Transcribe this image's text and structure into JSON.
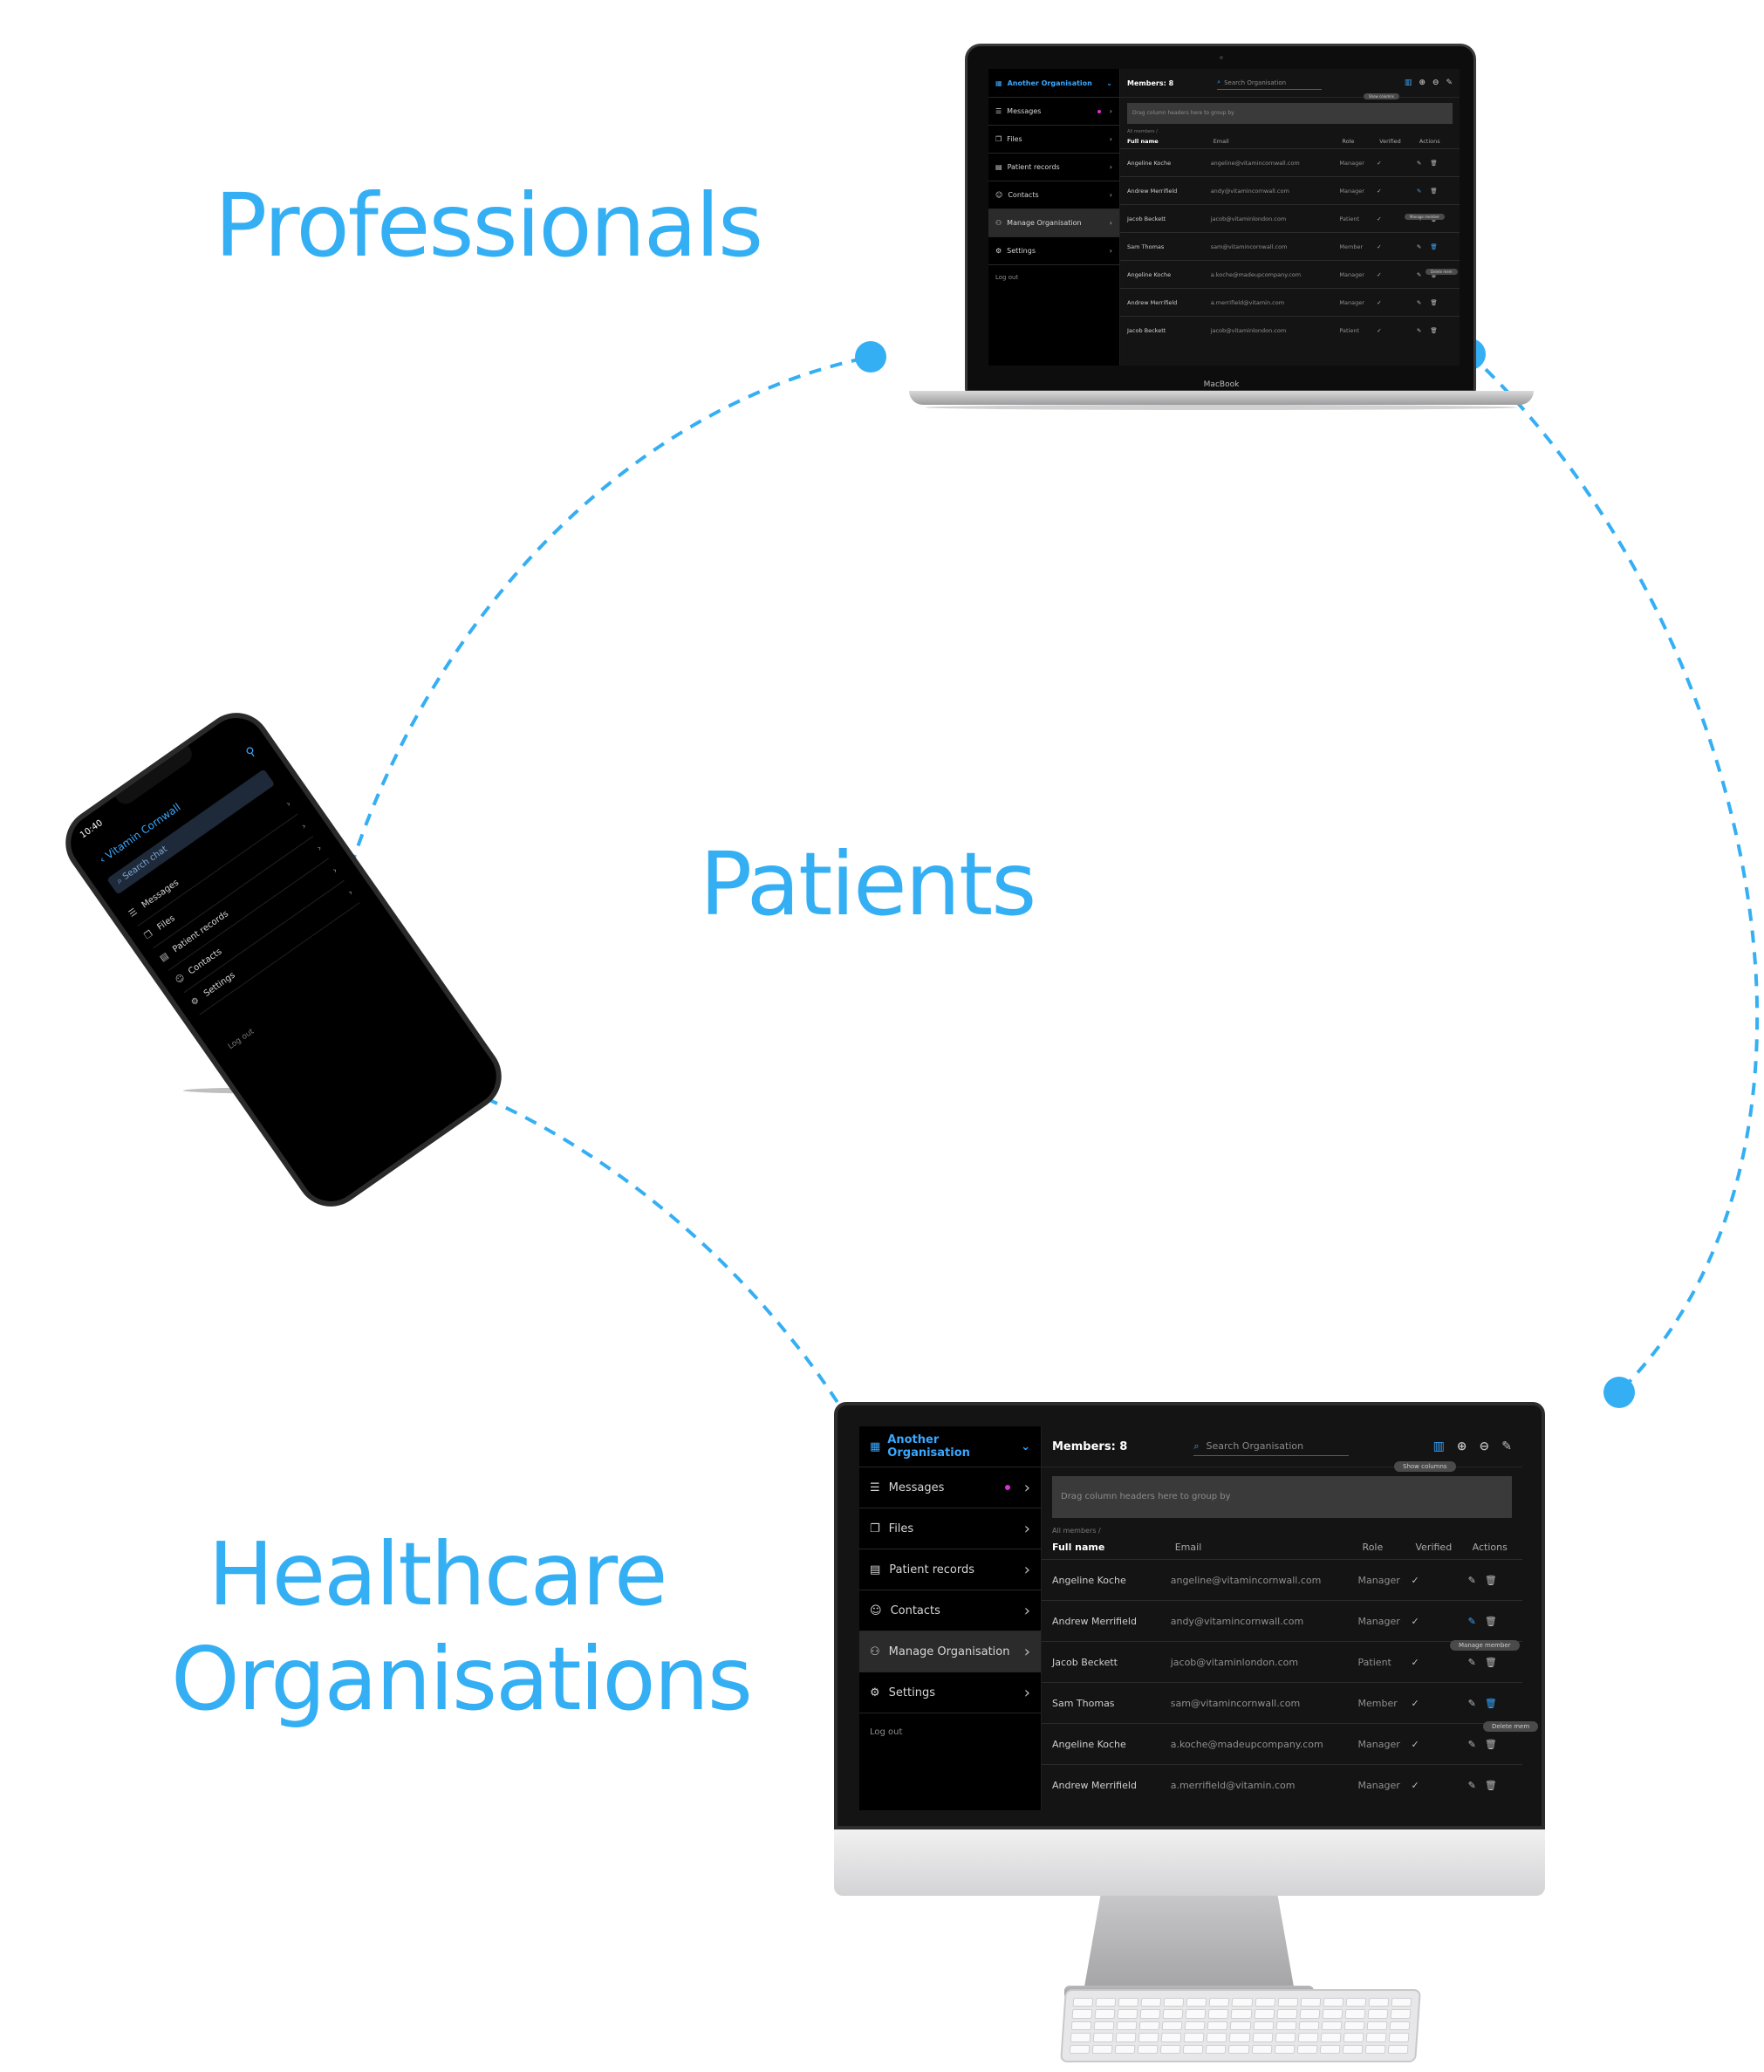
{
  "headlines": {
    "professionals": "Professionals",
    "patients": "Patients",
    "healthcare_line1": "Healthcare",
    "healthcare_line2": "Organisations"
  },
  "colors": {
    "accent": "#35aff4",
    "app_background": "#0b0b0b",
    "notification_dot": "#e32bd6"
  },
  "app": {
    "org_name": "Another Organisation",
    "nav": [
      {
        "label": "Messages",
        "icon": "messages-icon",
        "has_dot": true
      },
      {
        "label": "Files",
        "icon": "files-icon"
      },
      {
        "label": "Patient records",
        "icon": "patient-records-icon"
      },
      {
        "label": "Contacts",
        "icon": "contacts-icon"
      },
      {
        "label": "Manage Organisation",
        "icon": "manage-organisation-icon",
        "active": true
      },
      {
        "label": "Settings",
        "icon": "settings-icon"
      }
    ],
    "logout": "Log out",
    "members_title": "Members: 8",
    "search_placeholder": "Search Organisation",
    "group_hint": "Drag column headers here to group by",
    "crumb": "All members /",
    "columns": [
      "Full name",
      "Email",
      "Role",
      "Verified",
      "Actions"
    ],
    "rows": [
      {
        "name": "Angeline Koche",
        "email": "angeline@vitamincornwall.com",
        "role": "Manager"
      },
      {
        "name": "Andrew Merrifield",
        "email": "andy@vitamincornwall.com",
        "role": "Manager"
      },
      {
        "name": "Jacob Beckett",
        "email": "jacob@vitaminlondon.com",
        "role": "Patient"
      },
      {
        "name": "Sam Thomas",
        "email": "sam@vitamincornwall.com",
        "role": "Member"
      },
      {
        "name": "Angeline Koche",
        "email": "a.koche@madeupcompany.com",
        "role": "Manager"
      },
      {
        "name": "Andrew Merrifield",
        "email": "a.merrifield@vitamin.com",
        "role": "Manager"
      },
      {
        "name": "Jacob Beckett",
        "email": "jacob@vitaminlondon.com",
        "role": "Patient"
      }
    ],
    "tooltips": {
      "show_columns": "Show columns",
      "manage_member": "Manage member",
      "delete_member": "Delete mem"
    }
  },
  "laptop": {
    "label": "MacBook"
  },
  "phone": {
    "time": "10:40",
    "brand": "Vitamin Cornwall",
    "search": "Search chat",
    "nav": [
      "Messages",
      "Files",
      "Patient records",
      "Contacts",
      "Settings"
    ],
    "logout": "Log out"
  }
}
